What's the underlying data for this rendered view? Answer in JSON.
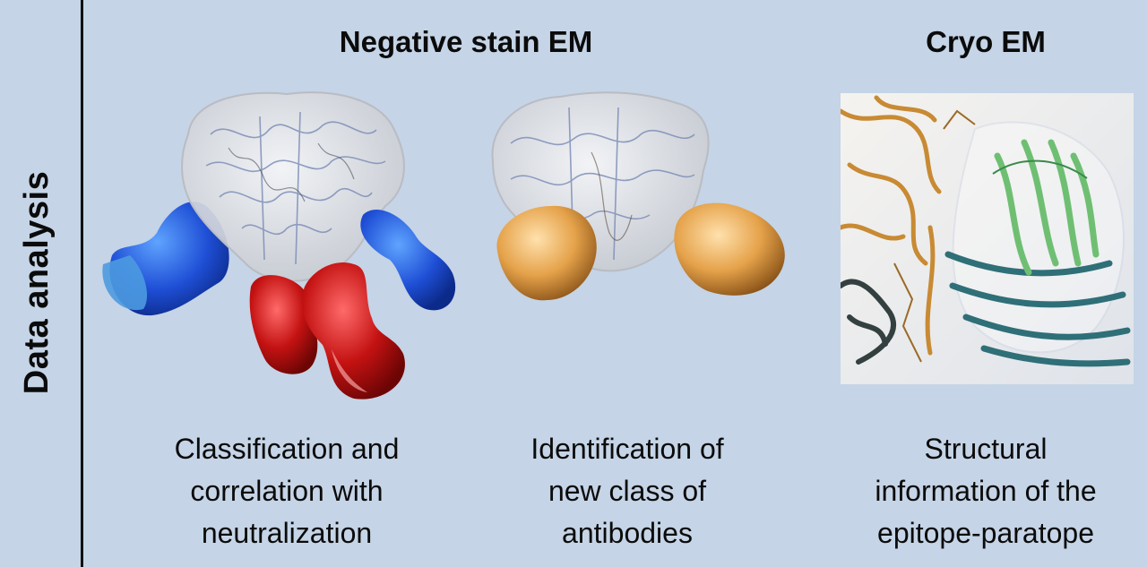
{
  "side_label": "Data analysis",
  "headings": {
    "negative_stain": "Negative stain EM",
    "cryo": "Cryo EM"
  },
  "captions": {
    "classification": "Classification and\ncorrelation with\nneutralization",
    "identification": "Identification of\nnew class of\nantibodies",
    "structural": "Structural\ninformation of the\nepitope-paratope"
  },
  "colors": {
    "background": "#c5d4e6",
    "antibody_blue": "#1f4fd6",
    "antibody_light_blue": "#4d9ae0",
    "antibody_red": "#c41212",
    "antibody_orange": "#e5a24a",
    "protein_slate": "#7f8fb8",
    "density_grey": "#e9ebee",
    "cryo_green": "#6fbf73",
    "cryo_teal": "#2f6f78",
    "cryo_gold": "#c88a33"
  }
}
